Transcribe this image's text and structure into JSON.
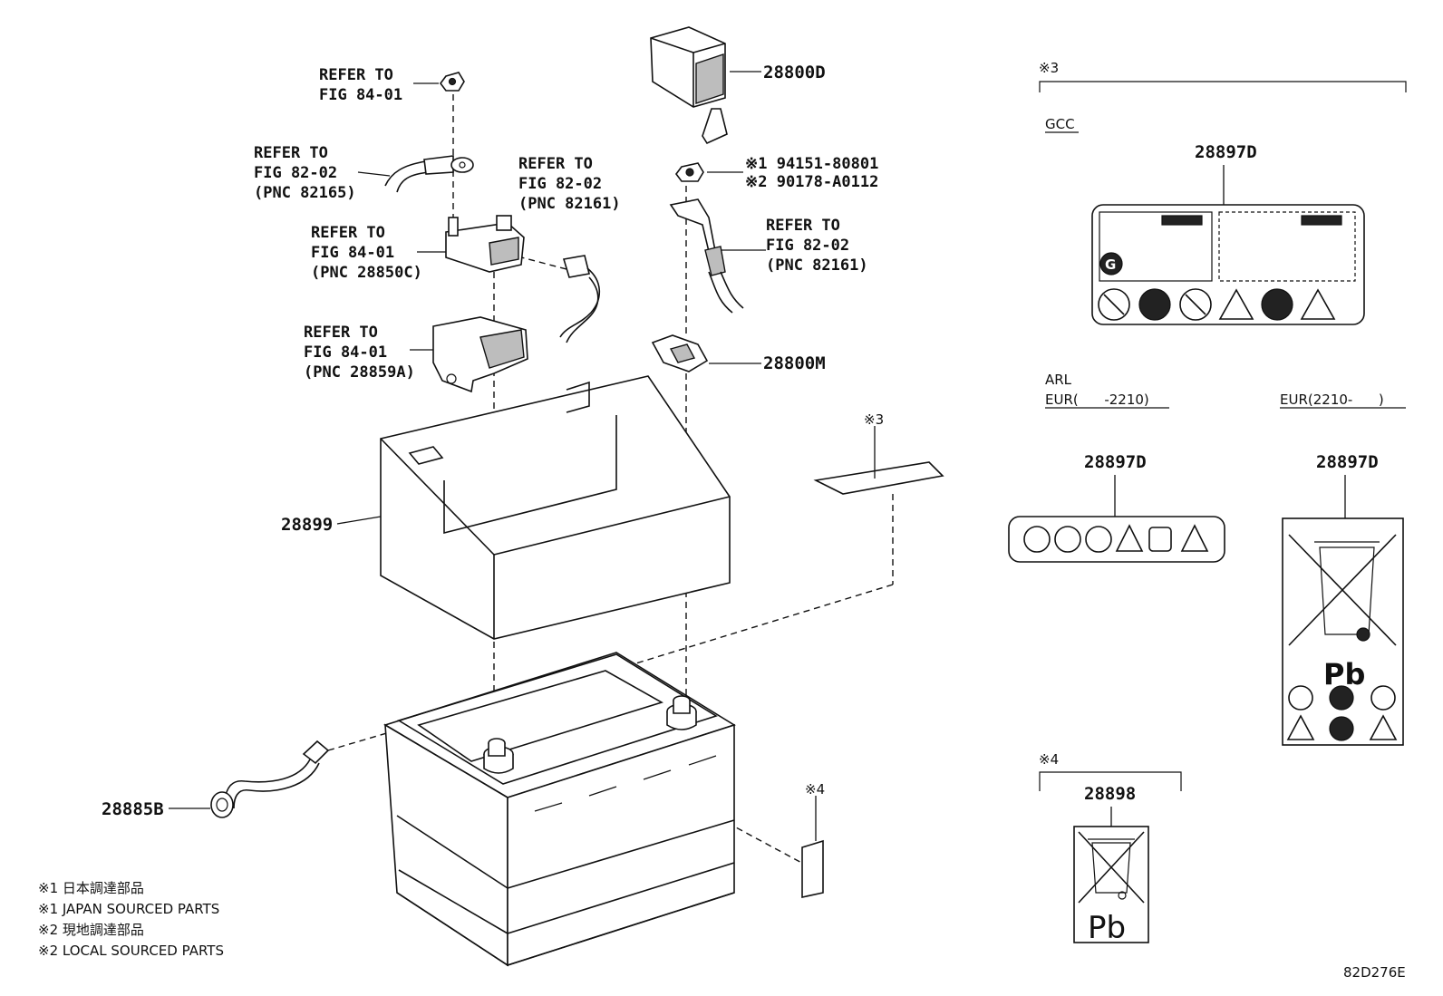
{
  "callouts": {
    "refer_fig8401_top": [
      "REFER TO",
      "FIG 84-01"
    ],
    "refer_fig8202_82165": [
      "REFER TO",
      "FIG 82-02",
      "(PNC 82165)"
    ],
    "refer_fig8202_82161_left": [
      "REFER TO",
      "FIG 82-02",
      "(PNC 82161)"
    ],
    "refer_fig8401_28850c": [
      "REFER TO",
      "FIG 84-01",
      "(PNC 28850C)"
    ],
    "refer_fig8401_28859a": [
      "REFER TO",
      "FIG 84-01",
      "(PNC 28859A)"
    ],
    "refer_fig8202_82161_right": [
      "REFER TO",
      "FIG 82-02",
      "(PNC 82161)"
    ],
    "nut_parts": [
      "※1 94151-80801",
      "※2 90178-A0112"
    ]
  },
  "part_numbers": {
    "cover": "28800D",
    "clamp": "28800M",
    "case": "28899",
    "vent_hose": "28885B",
    "label_gcc": "28897D",
    "label_arl": "28897D",
    "label_eur_new": "28897D",
    "label_pb": "28898"
  },
  "markers": {
    "label3": "※3",
    "label4": "※4",
    "gcc_group": "※3",
    "pb_group": "※4"
  },
  "regions": {
    "gcc": "GCC",
    "arl": "ARL",
    "eur_old": "EUR(      -2210)",
    "eur_new": "EUR(2210-      )"
  },
  "symbols": {
    "pb": "Pb",
    "g": "G"
  },
  "notes": [
    "※1 日本調達部品",
    "※1 JAPAN SOURCED PARTS",
    "※2 現地調達部品",
    "※2 LOCAL SOURCED PARTS"
  ],
  "figure_code": "82D276E"
}
